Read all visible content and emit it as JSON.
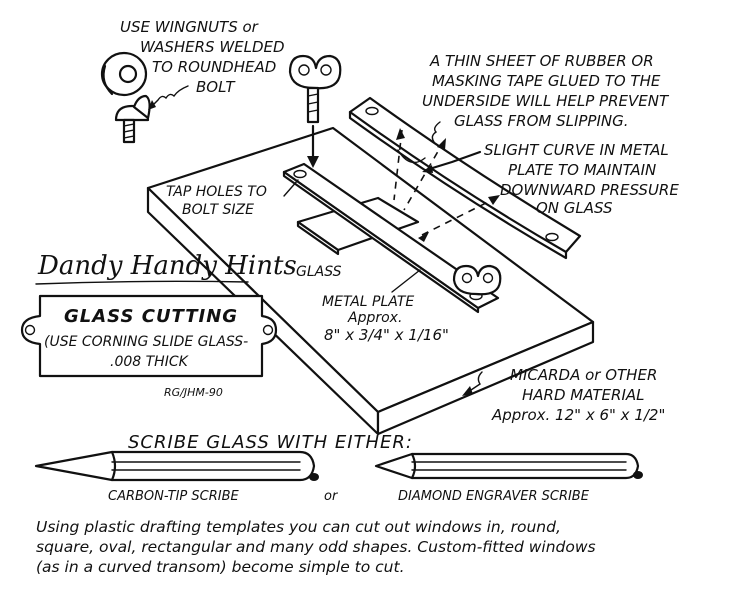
{
  "notes": {
    "wingnut_line1": "USE WINGNUTS or",
    "wingnut_line2": "WASHERS WELDED",
    "wingnut_line3": "TO ROUNDHEAD",
    "wingnut_line4": "BOLT",
    "rubber_line1": "A THIN SHEET OF RUBBER OR",
    "rubber_line2": "MASKING TAPE GLUED TO THE",
    "rubber_line3": "UNDERSIDE WILL HELP PREVENT",
    "rubber_line4": "GLASS FROM SLIPPING.",
    "curve_line1": "SLIGHT CURVE IN METAL",
    "curve_line2": "PLATE TO MAINTAIN",
    "curve_line3": "DOWNWARD PRESSURE",
    "curve_line4": "ON GLASS",
    "tap_line1": "TAP HOLES TO",
    "tap_line2": "BOLT SIZE",
    "glass": "GLASS",
    "plate_line1": "METAL PLATE",
    "plate_line2": "Approx.",
    "plate_line3": "8\" x 3/4\" x 1/16\"",
    "micarda_line1": "MICARDA or OTHER",
    "micarda_line2": "HARD MATERIAL",
    "micarda_line3": "Approx. 12\" x 6\" x 1/2\""
  },
  "title": {
    "heading": "Dandy Handy Hints",
    "plate_title": "GLASS CUTTING",
    "plate_sub1": "(USE CORNING SLIDE GLASS-",
    "plate_sub2": ".008 THICK",
    "credit": "RG/JHM-90"
  },
  "scribe": {
    "heading": "SCRIBE GLASS WITH EITHER:",
    "tool1": "CARBON-TIP SCRIBE",
    "or": "or",
    "tool2": "DIAMOND ENGRAVER SCRIBE"
  },
  "footer": {
    "line1": "Using plastic drafting templates you can cut out windows in, round,",
    "line2": "square, oval, rectangular and many odd shapes. Custom-fitted windows",
    "line3": "(as in a curved transom) become simple to cut."
  }
}
